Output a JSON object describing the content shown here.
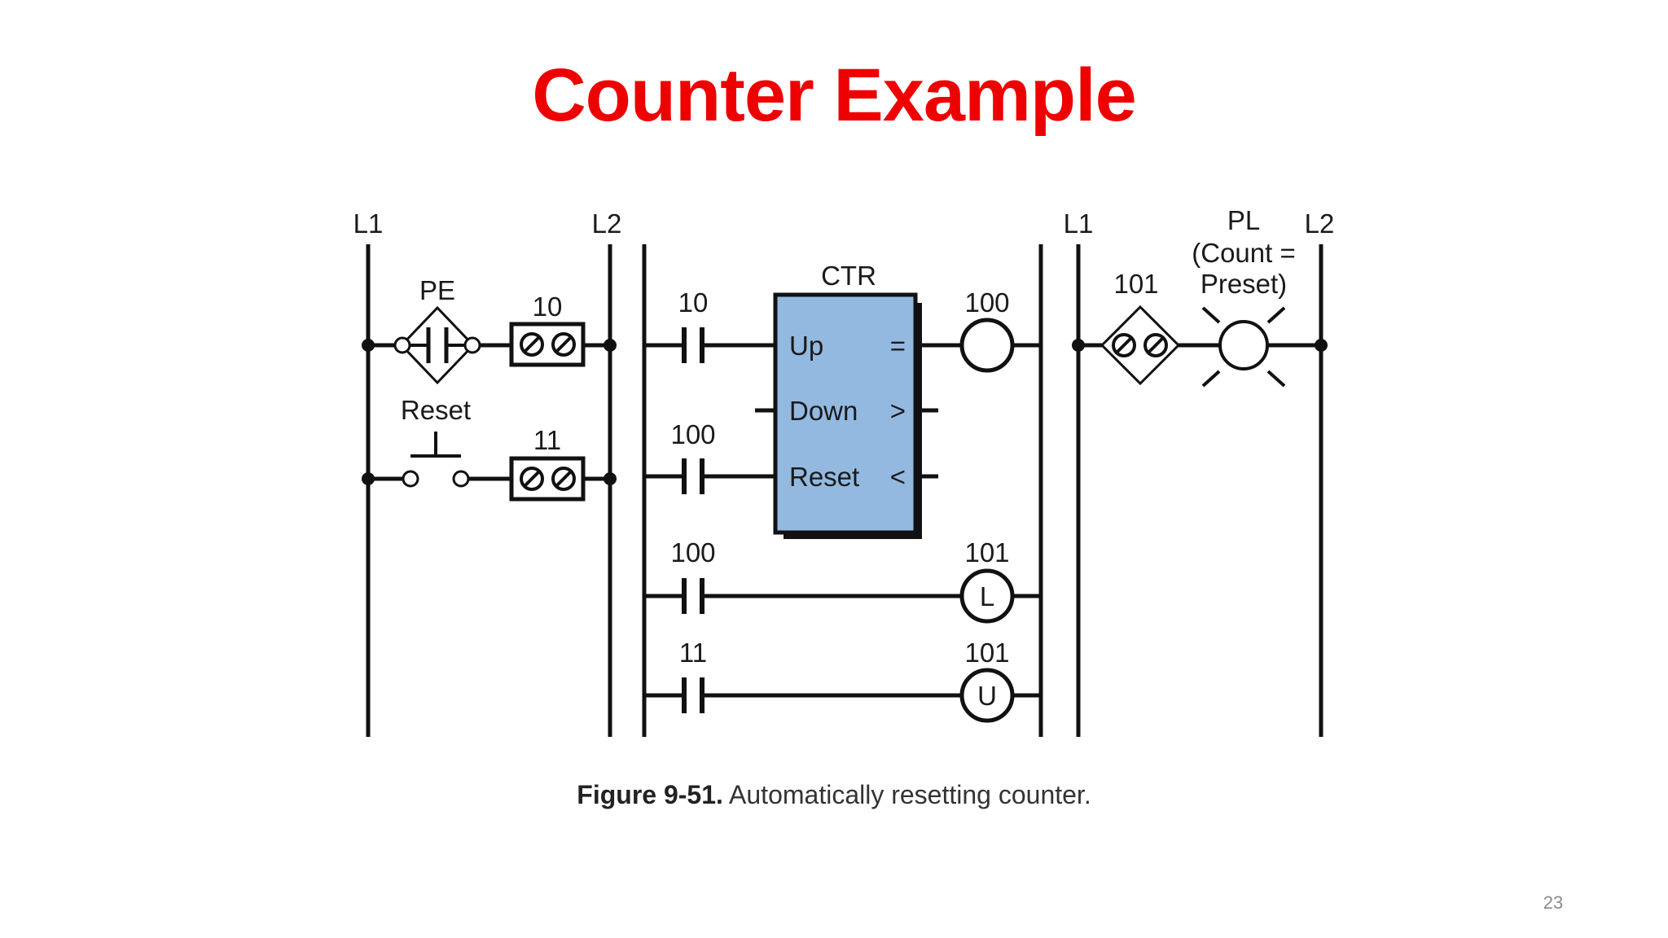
{
  "slide": {
    "title": "Counter Example",
    "page_number": "23"
  },
  "figure": {
    "caption_number": "Figure 9-51.",
    "caption_text": "Automatically resetting counter."
  },
  "input_section": {
    "rail_left": "L1",
    "rail_right": "L2",
    "pe_label": "PE",
    "reset_label": "Reset",
    "input_10": "10",
    "input_11": "11"
  },
  "program_section": {
    "rung1_contact": "10",
    "counter_label": "CTR",
    "counter_up": "Up",
    "counter_down": "Down",
    "counter_reset": "Reset",
    "counter_eq": "=",
    "counter_gt": ">",
    "counter_lt": "<",
    "rung1_coil": "100",
    "rung2_contact": "100",
    "rung3_contact": "100",
    "rung3_coil_addr": "101",
    "rung3_coil_letter": "L",
    "rung4_contact": "11",
    "rung4_coil_addr": "101",
    "rung4_coil_letter": "U",
    "counter_fill": "#93b9e0"
  },
  "output_section": {
    "rail_left": "L1",
    "rail_right": "L2",
    "output_101": "101",
    "pl_label": "PL",
    "pl_desc_line1": "(Count =",
    "pl_desc_line2": "Preset)"
  }
}
